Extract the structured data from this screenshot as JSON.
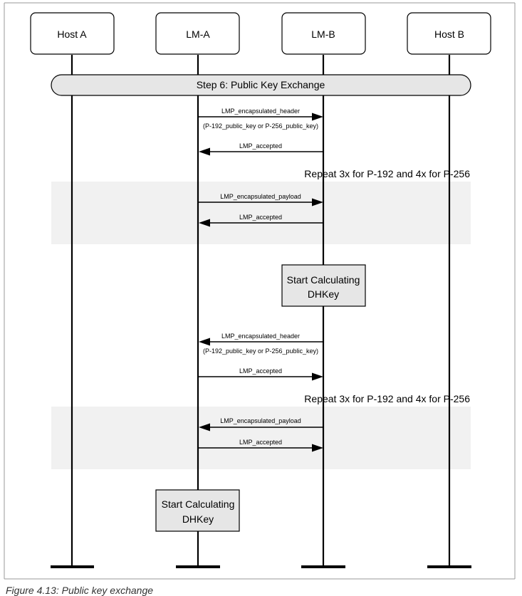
{
  "participants": [
    "Host A",
    "LM-A",
    "LM-B",
    "Host B"
  ],
  "step_label": "Step 6: Public Key Exchange",
  "repeat_label": "Repeat 3x for P-192 and 4x for P-256",
  "messages": [
    {
      "label": "LMP_encapsulated_header",
      "sub": "(P-192_public_key or P-256_public_key)",
      "from": "LM-A",
      "to": "LM-B"
    },
    {
      "label": "LMP_accepted",
      "from": "LM-B",
      "to": "LM-A"
    },
    {
      "label": "LMP_encapsulated_payload",
      "from": "LM-A",
      "to": "LM-B"
    },
    {
      "label": "LMP_accepted",
      "from": "LM-B",
      "to": "LM-A"
    },
    {
      "label": "LMP_encapsulated_header",
      "sub": "(P-192_public_key or P-256_public_key)",
      "from": "LM-B",
      "to": "LM-A"
    },
    {
      "label": "LMP_accepted",
      "from": "LM-A",
      "to": "LM-B"
    },
    {
      "label": "LMP_encapsulated_payload",
      "from": "LM-B",
      "to": "LM-A"
    },
    {
      "label": "LMP_accepted",
      "from": "LM-A",
      "to": "LM-B"
    }
  ],
  "calc_boxes": [
    {
      "lines": [
        "Start Calculating",
        "DHKey"
      ],
      "on": "LM-B"
    },
    {
      "lines": [
        "Start Calculating",
        "DHKey"
      ],
      "on": "LM-A"
    }
  ],
  "caption": "Figure 4.13:  Public key exchange"
}
